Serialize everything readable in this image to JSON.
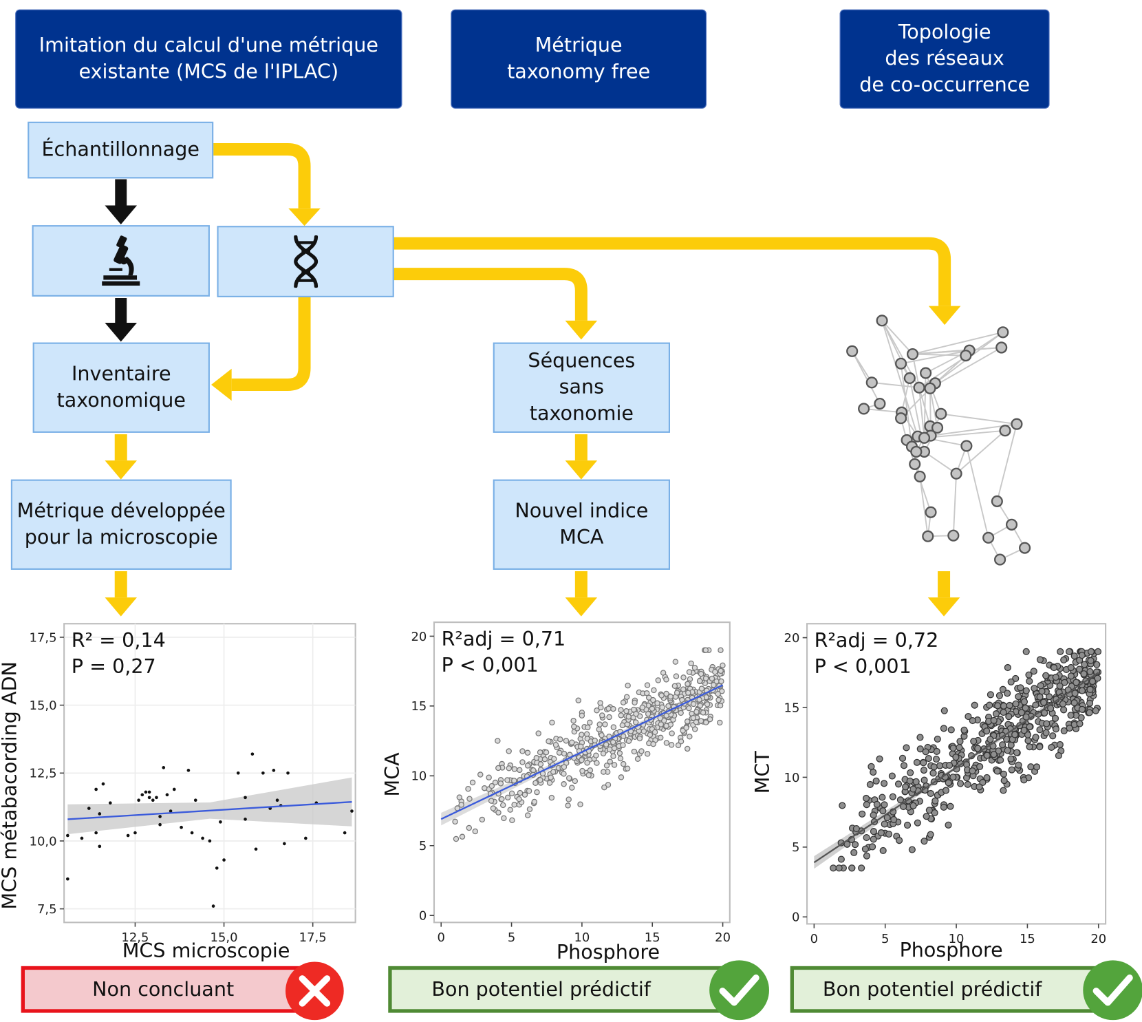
{
  "headers": {
    "col1": "Imitation du calcul d'une métrique\nexistante (MCS de l'IPLAC)",
    "col2": "Métrique\ntaxonomy free",
    "col3": "Topologie\ndes réseaux\nde co-occurrence"
  },
  "steps": {
    "sampling": "Échantillonnage",
    "microscope_icon": "microscope-icon",
    "dna_icon": "dna-icon",
    "inventory": "Inventaire\ntaxonomique",
    "metric_micro": "Métrique développée\npour la microscopie",
    "sequences": "Séquences\nsans\ntaxonomie",
    "new_index": "Nouvel indice\nMCA"
  },
  "colors": {
    "header_bg": "#00338f",
    "box_bg": "#cfe6fb",
    "arrow_yellow": "#fccc0a",
    "arrow_black": "#111111",
    "fail_red": "#e8131b",
    "success_green": "#4f8a34",
    "regression_line": "#3b5bdb"
  },
  "chart_data": [
    {
      "type": "scatter",
      "xlabel": "MCS microscopie",
      "ylabel": "MCS métabacording ADN",
      "xlim": [
        10.5,
        18.7
      ],
      "ylim": [
        7.0,
        18.0
      ],
      "xticks": [
        "12,5",
        "15,0",
        "17,5"
      ],
      "yticks": [
        "7,5",
        "10,0",
        "12,5",
        "15,0",
        "17,5"
      ],
      "stat_line1": "R² = 0,14",
      "stat_line2": "P = 0,27",
      "fit": {
        "slope": 0.08,
        "intercept": 9.95
      },
      "points": [
        [
          10.6,
          8.6
        ],
        [
          10.6,
          10.2
        ],
        [
          11.0,
          10.1
        ],
        [
          11.2,
          11.2
        ],
        [
          11.4,
          10.3
        ],
        [
          11.4,
          11.9
        ],
        [
          11.5,
          11.0
        ],
        [
          11.5,
          9.8
        ],
        [
          11.6,
          12.1
        ],
        [
          11.8,
          11.4
        ],
        [
          12.3,
          10.2
        ],
        [
          12.5,
          10.3
        ],
        [
          12.6,
          11.5
        ],
        [
          12.7,
          11.7
        ],
        [
          12.8,
          11.8
        ],
        [
          12.9,
          11.6
        ],
        [
          12.9,
          11.8
        ],
        [
          13.0,
          11.5
        ],
        [
          13.1,
          11.6
        ],
        [
          13.2,
          10.6
        ],
        [
          13.2,
          10.9
        ],
        [
          13.3,
          12.7
        ],
        [
          13.4,
          11.7
        ],
        [
          13.5,
          11.1
        ],
        [
          13.6,
          11.9
        ],
        [
          13.8,
          10.5
        ],
        [
          14.0,
          12.6
        ],
        [
          14.1,
          10.3
        ],
        [
          14.2,
          11.5
        ],
        [
          14.4,
          10.1
        ],
        [
          14.6,
          10.0
        ],
        [
          14.7,
          7.6
        ],
        [
          14.8,
          9.0
        ],
        [
          14.9,
          10.7
        ],
        [
          15.0,
          9.3
        ],
        [
          15.4,
          12.5
        ],
        [
          15.6,
          11.6
        ],
        [
          15.6,
          10.8
        ],
        [
          15.8,
          13.2
        ],
        [
          15.9,
          9.7
        ],
        [
          16.1,
          12.5
        ],
        [
          16.3,
          11.2
        ],
        [
          16.4,
          12.6
        ],
        [
          16.5,
          11.5
        ],
        [
          16.6,
          11.3
        ],
        [
          16.7,
          9.9
        ],
        [
          16.8,
          12.5
        ],
        [
          17.3,
          10.1
        ],
        [
          17.6,
          11.4
        ],
        [
          18.4,
          10.3
        ],
        [
          18.6,
          11.1
        ]
      ]
    },
    {
      "type": "scatter",
      "xlabel": "Phosphore",
      "ylabel": "MCA",
      "xlim": [
        -0.5,
        20.5
      ],
      "ylim": [
        -0.5,
        21.0
      ],
      "xticks": [
        "0",
        "5",
        "10",
        "15",
        "20"
      ],
      "yticks": [
        "0",
        "5",
        "10",
        "15",
        "20"
      ],
      "stat_line1": "R²adj = 0,71",
      "stat_line2": "P < 0,001",
      "fit": {
        "slope": 0.48,
        "intercept": 6.9
      },
      "point_count": 560,
      "x_range": [
        0.0,
        20.0
      ]
    },
    {
      "type": "scatter",
      "xlabel": "Phosphore",
      "ylabel": "MCT",
      "xlim": [
        -0.5,
        20.5
      ],
      "ylim": [
        -0.5,
        21.0
      ],
      "xticks": [
        "0",
        "5",
        "10",
        "15",
        "20"
      ],
      "yticks": [
        "0",
        "5",
        "10",
        "15",
        "20"
      ],
      "stat_line1": "R²adj = 0,72",
      "stat_line2": "P < 0,001",
      "fit": {
        "slope": 0.68,
        "intercept": 3.9
      },
      "point_count": 560,
      "x_range": [
        0.0,
        20.0
      ]
    }
  ],
  "verdicts": [
    {
      "label": "Non concluant",
      "status": "fail",
      "icon": "cross-icon"
    },
    {
      "label": "Bon potentiel prédictif",
      "status": "success",
      "icon": "check-icon"
    },
    {
      "label": "Bon potentiel prédictif",
      "status": "success",
      "icon": "check-icon"
    }
  ],
  "network": {
    "description_icon": "network-graph-icon",
    "node_count": 42
  }
}
